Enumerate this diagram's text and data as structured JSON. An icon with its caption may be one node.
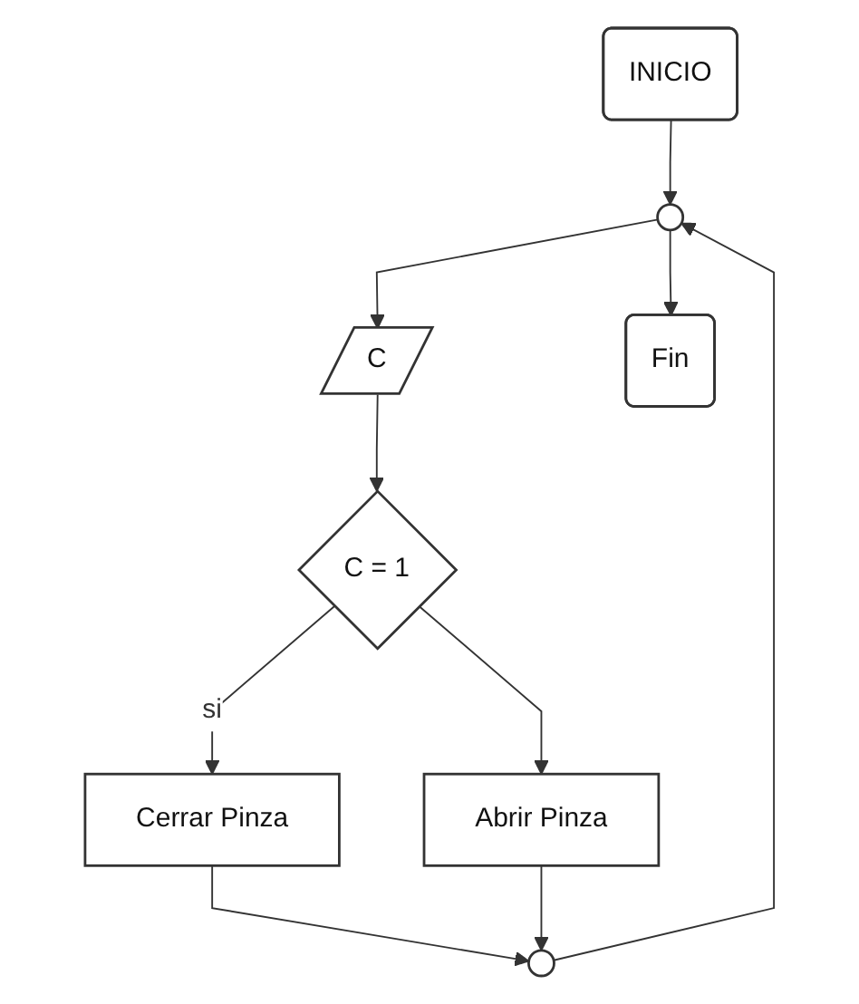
{
  "diagram": {
    "nodes": [
      {
        "text": [
          "INICIO"
        ]
      },
      {
        "text": [],
        "shape": "circle"
      },
      {
        "text": [
          "C"
        ]
      },
      {
        "text": [
          "Fin"
        ]
      },
      {
        "text": [
          "C = 1"
        ]
      },
      {
        "text": [
          "Cerrar Pinza"
        ]
      },
      {
        "text": [
          "Abrir Pinza"
        ]
      },
      {
        "text": [],
        "shape": "circle"
      }
    ],
    "edges": [
      {
        "from": 0,
        "to": 1,
        "arrow": "to"
      },
      {
        "from": 1,
        "to": 2,
        "arrow": "to"
      },
      {
        "from": 1,
        "to": 3,
        "arrow": "to"
      },
      {
        "from": 2,
        "to": 4,
        "arrow": "to"
      },
      {
        "from": 4,
        "to": 5,
        "arrow": "to",
        "label": "si"
      },
      {
        "from": 4,
        "to": 6,
        "arrow": "to"
      },
      {
        "from": 5,
        "to": 7,
        "arrow": "to"
      },
      {
        "from": 6,
        "to": 7,
        "arrow": "to"
      },
      {
        "from": 7,
        "to": 1,
        "arrow": "to"
      }
    ]
  }
}
